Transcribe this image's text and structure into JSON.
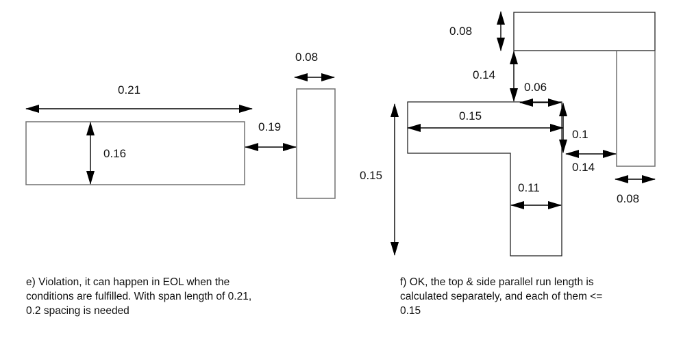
{
  "panel_e": {
    "labels": {
      "span_length": "0.21",
      "height": "0.16",
      "spacing": "0.19",
      "neighbor_width": "0.08"
    },
    "caption": {
      "line1": "e) Violation, it can happen in EOL when the",
      "line2": "conditions are fulfilled.  With span length of 0.21,",
      "line3": "0.2 spacing is needed"
    }
  },
  "panel_f": {
    "labels": {
      "top_wire_width": "0.08",
      "vertical_spacing": "0.14",
      "top_offset": "0.06",
      "l_top_length": "0.15",
      "notch_height": "0.1",
      "side_spacing": "0.14",
      "side_wire_width": "0.08",
      "l_side_length": "0.15",
      "leg_width": "0.11"
    },
    "caption": {
      "line1": "f) OK, the top & side parallel run length is",
      "line2": "calculated separately, and each of them <=",
      "line3": "0.15"
    }
  }
}
